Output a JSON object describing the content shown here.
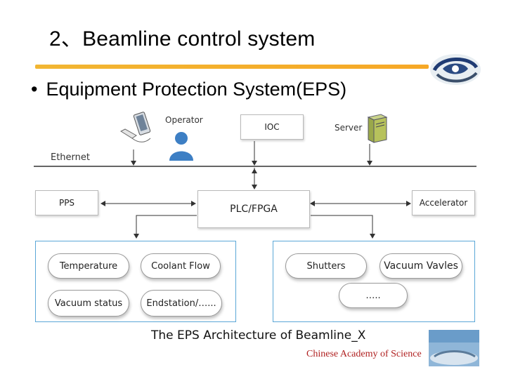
{
  "slide": {
    "title": "2、Beamline control system",
    "bullet": "Equipment Protection System(EPS)",
    "bullet_symbol": "•"
  },
  "diagram": {
    "operator_label": "Operator",
    "ioc_label": "IOC",
    "server_label": "Server",
    "ethernet_label": "Ethernet",
    "pps_label": "PPS",
    "plc_label": "PLC/FPGA",
    "accelerator_label": "Accelerator",
    "left_group": [
      "Temperature",
      "Coolant Flow",
      "Vacuum status",
      "Endstation/…..."
    ],
    "right_group": [
      "Shutters",
      "Vacuum Vavles",
      "….."
    ],
    "caption": "The EPS Architecture of Beamline_X"
  },
  "footer": {
    "institution": "Chinese Academy of Science"
  },
  "colors": {
    "accent_bar": "#f2b632",
    "group_border": "#5ba7d7",
    "footer_text": "#b02020"
  }
}
